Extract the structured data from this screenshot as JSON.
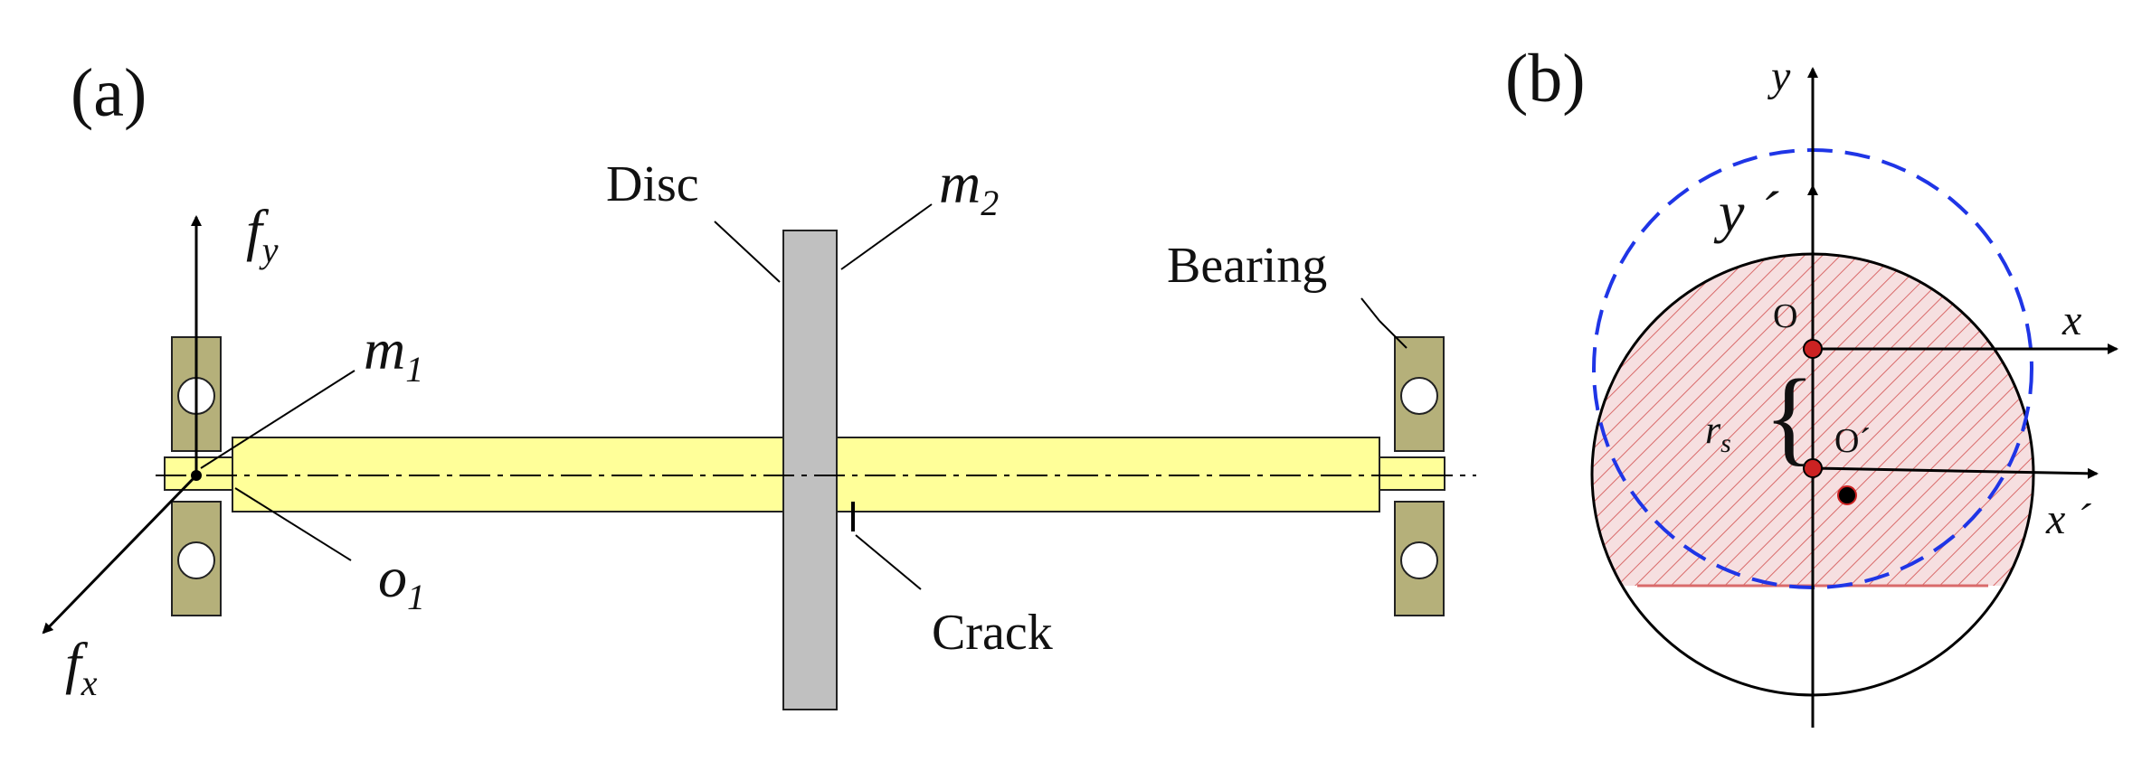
{
  "panel_a": {
    "label": "(a)",
    "fy_main": "f",
    "fy_sub": "y",
    "fx_main": "f",
    "fx_sub": "x",
    "m1_main": "m",
    "m1_sub": "1",
    "o1_main": "o",
    "o1_sub": "1",
    "m2_main": "m",
    "m2_sub": "2",
    "disc_label": "Disc",
    "bearing_label": "Bearing",
    "crack_label": "Crack"
  },
  "panel_b": {
    "label": "(b)",
    "y_axis": "y",
    "y_prime_axis": "y ´",
    "x_axis": "x",
    "x_prime_axis": "x ´",
    "origin_label": "O",
    "origin_prime_label": "O´",
    "rs_main": "r",
    "rs_sub": "s",
    "brace_glyph": "{"
  },
  "colors": {
    "shaft_fill": "#ffff99",
    "bearing_fill": "#b5b07a",
    "disc_fill": "#c0c0c0",
    "section_hatch": "#d96a6a",
    "section_fill": "#f6dfe0",
    "orbit_circle": "#1f35e6",
    "center_dot": "#cc2222"
  }
}
